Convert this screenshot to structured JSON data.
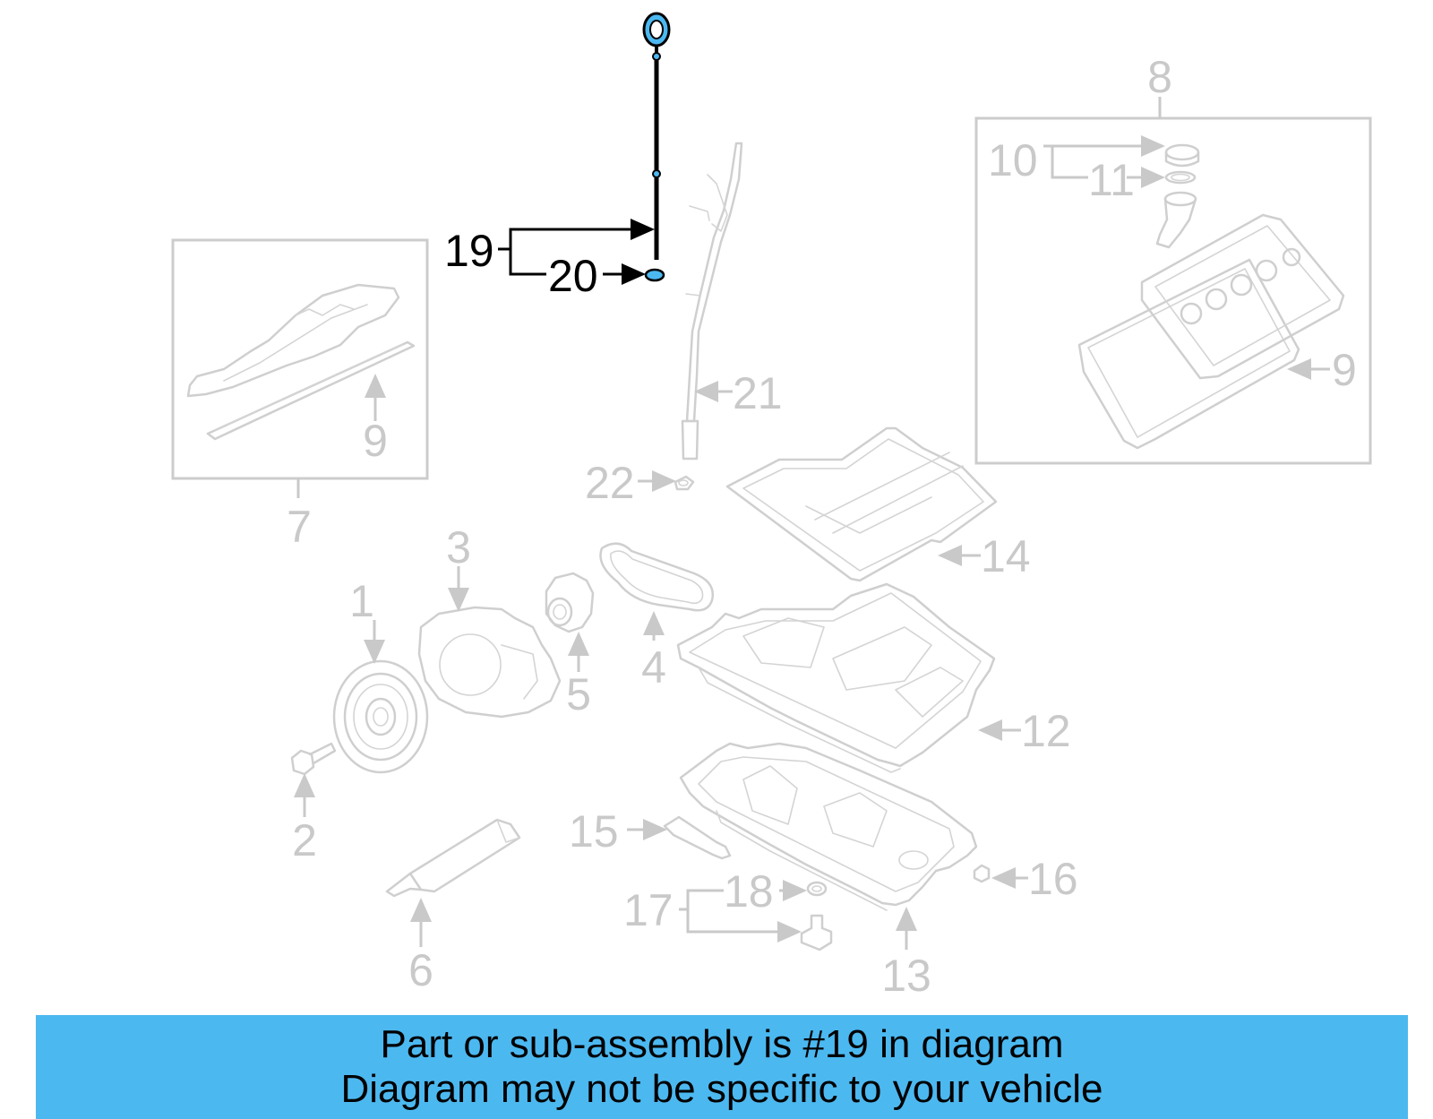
{
  "callouts": {
    "c1": "1",
    "c2": "2",
    "c3": "3",
    "c4": "4",
    "c5": "5",
    "c6": "6",
    "c7": "7",
    "c8": "8",
    "c9a": "9",
    "c9b": "9",
    "c10": "10",
    "c11": "11",
    "c12": "12",
    "c13": "13",
    "c14": "14",
    "c15": "15",
    "c16": "16",
    "c17": "17",
    "c18": "18",
    "c19": "19",
    "c20": "20",
    "c21": "21",
    "c22": "22"
  },
  "highlighted_part": "19",
  "colors": {
    "banner": "#4cb8f0",
    "highlight_part": "#4cb8f0",
    "faint_parts": "#cfcfcf",
    "active_leader": "#000000"
  },
  "banner": {
    "line1": "Part or sub-assembly is #19 in diagram",
    "line2": "Diagram may not be specific to your vehicle"
  }
}
